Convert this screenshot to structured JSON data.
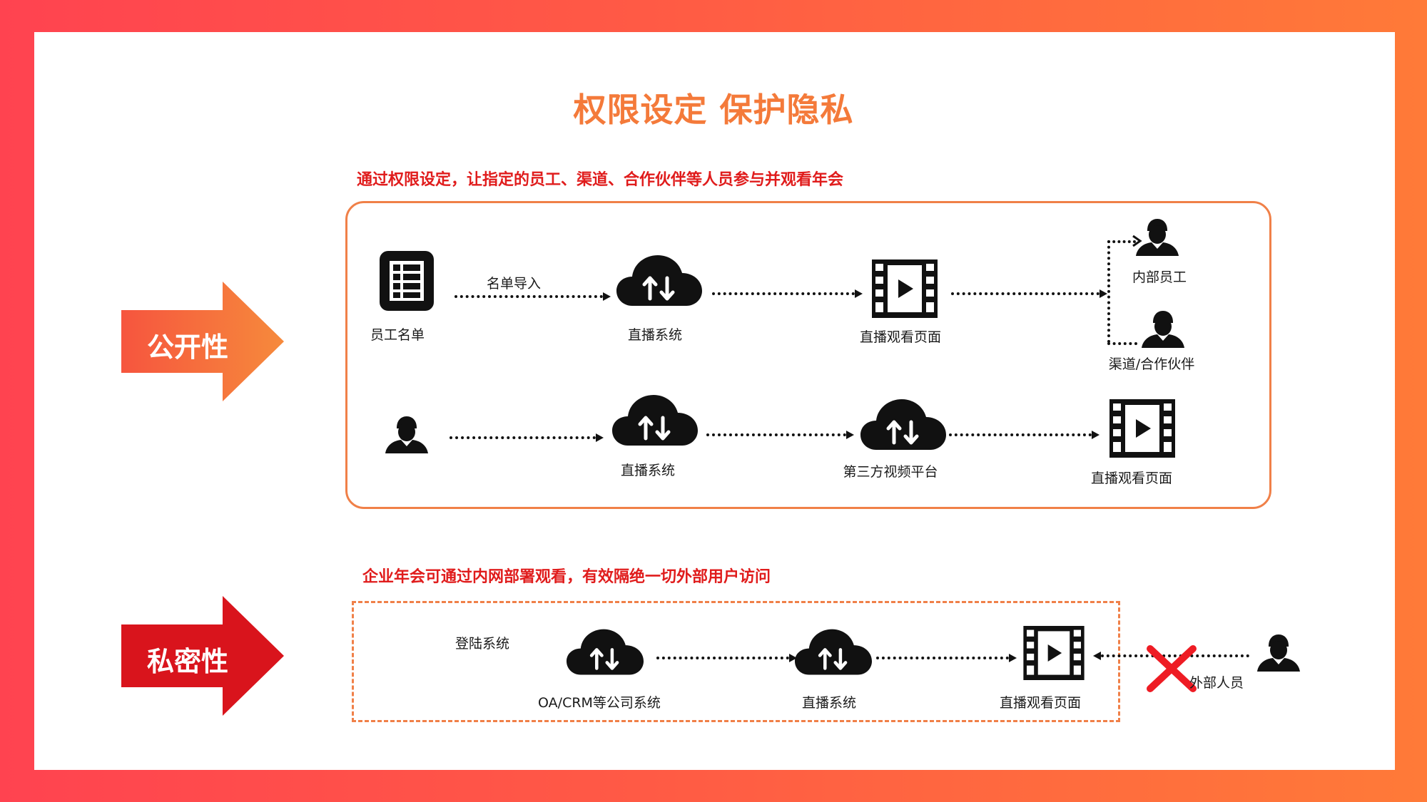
{
  "title": "权限设定 保护隐私",
  "public": {
    "arrow_label": "公开性",
    "subtitle": "通过权限设定，让指定的员工、渠道、合作伙伴等人员参与并观看年会",
    "row1": {
      "list_label": "员工名单",
      "import_label": "名单导入",
      "system_label": "直播系统",
      "page_label": "直播观看页面",
      "staff_label": "内部员工",
      "partner_label": "渠道/合作伙伴"
    },
    "row2": {
      "system_label": "直播系统",
      "platform_label": "第三方视频平台",
      "page_label": "直播观看页面"
    }
  },
  "private": {
    "arrow_label": "私密性",
    "subtitle": "企业年会可通过内网部署观看，有效隔绝一切外部用户访问",
    "login_label": "登陆系统",
    "oa_label": "OA/CRM等公司系统",
    "system_label": "直播系统",
    "page_label": "直播观看页面",
    "external_label": "外部人员"
  },
  "colors": {
    "title": "#f47a3a",
    "subtitle": "#e01c1c",
    "public_arrow": "#f46a3c",
    "private_arrow": "#d9141c",
    "box_border": "#f08048",
    "blocked_x": "#ee1c24"
  },
  "icons": [
    "list-icon",
    "cloud-upload-download-icon",
    "video-player-icon",
    "person-icon",
    "blocked-x-icon"
  ]
}
